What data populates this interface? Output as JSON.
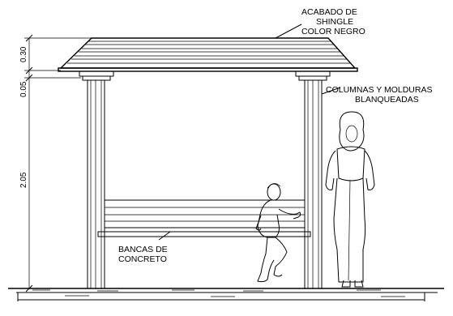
{
  "labels": {
    "roof_line1": "ACABADO DE",
    "roof_line2": "SHINGLE",
    "roof_line3": "COLOR NEGRO",
    "columns_line1": "COLUMNAS Y MOLDURAS",
    "columns_line2": "BLANQUEADAS",
    "bench_line1": "BANCAS DE",
    "bench_line2": "CONCRETO"
  },
  "dimensions": {
    "roof": "0.30",
    "molding": "0.05",
    "column": "2.05"
  }
}
